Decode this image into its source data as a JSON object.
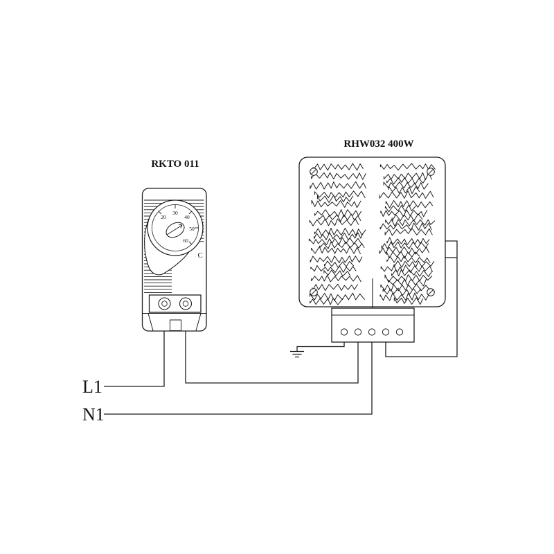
{
  "devices": {
    "thermostat": {
      "label": "RKTO 011",
      "dial_numbers": [
        "20",
        "30",
        "40",
        "50",
        "60"
      ],
      "unit_letter": "C"
    },
    "heater": {
      "label": "RHW032 400W"
    }
  },
  "wires": {
    "line_label": "L1",
    "neutral_label": "N1"
  },
  "colors": {
    "line": "#1c1c1c",
    "background": "#ffffff"
  }
}
